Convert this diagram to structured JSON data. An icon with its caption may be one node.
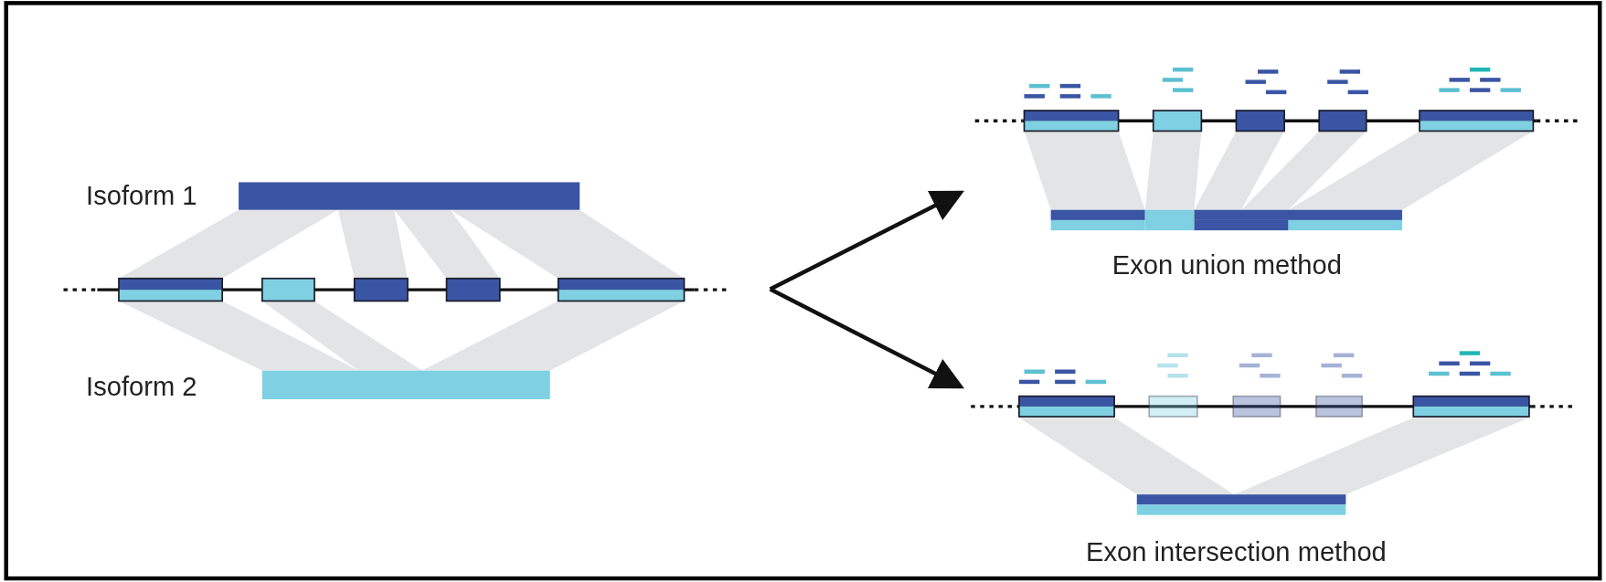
{
  "diagram": {
    "nodes": [
      {
        "text": [],
        "shape": "picture"
      },
      {
        "text": [
          "Exon union method"
        ]
      },
      {
        "text": [
          "Exon intersection method"
        ]
      }
    ],
    "edges": [
      {
        "from": 0,
        "to": 1,
        "arrow": "to"
      },
      {
        "from": 0,
        "to": 2,
        "arrow": "to"
      }
    ],
    "labels": [
      "Isoform 1",
      "Isoform 2"
    ]
  }
}
